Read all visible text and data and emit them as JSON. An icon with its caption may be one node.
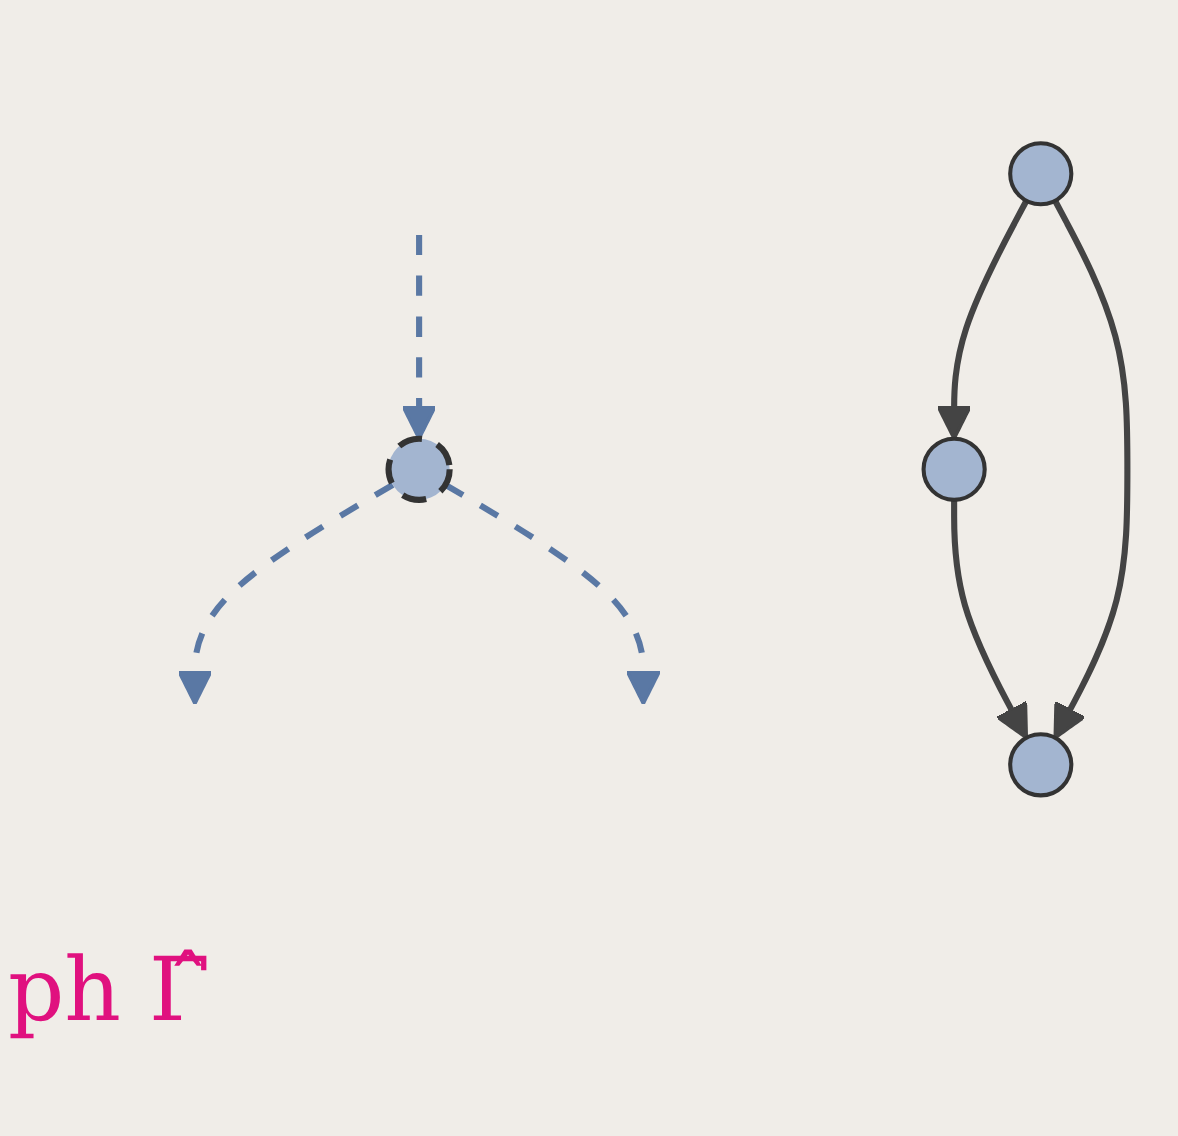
{
  "diagram": {
    "nodes": [
      {
        "text": [],
        "shape": "circle"
      },
      {
        "text": [],
        "shape": "circle"
      },
      {
        "text": [],
        "shape": "circle"
      },
      {
        "text": [],
        "shape": "circle"
      }
    ],
    "edges": [
      {
        "from": 3,
        "to": 0,
        "arrow": "to"
      },
      {
        "from": 0,
        "to": 1,
        "arrow": "to"
      },
      {
        "from": 3,
        "to": 1,
        "arrow": "to"
      },
      {
        "from": 2,
        "to": null,
        "arrow": "to",
        "style": "dashed",
        "color": "#5a78a4"
      },
      {
        "from": 2,
        "to": null,
        "arrow": "to",
        "style": "dashed",
        "color": "#5a78a4"
      },
      {
        "from": null,
        "to": 2,
        "arrow": "to",
        "style": "dashed",
        "color": "#5a78a4"
      }
    ],
    "labels": [
      "ph Γ̂"
    ]
  }
}
